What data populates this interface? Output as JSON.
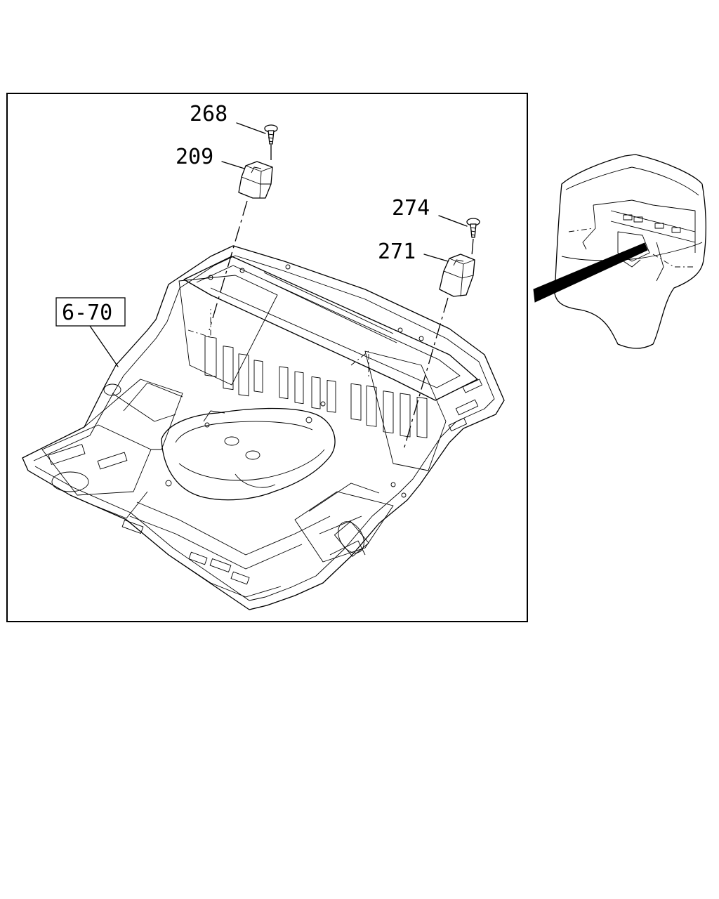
{
  "callouts": {
    "p268": "268",
    "p209": "209",
    "p274": "274",
    "p271": "271",
    "ref_670": "6-70"
  },
  "colors": {
    "line": "#000000",
    "background": "#ffffff"
  }
}
